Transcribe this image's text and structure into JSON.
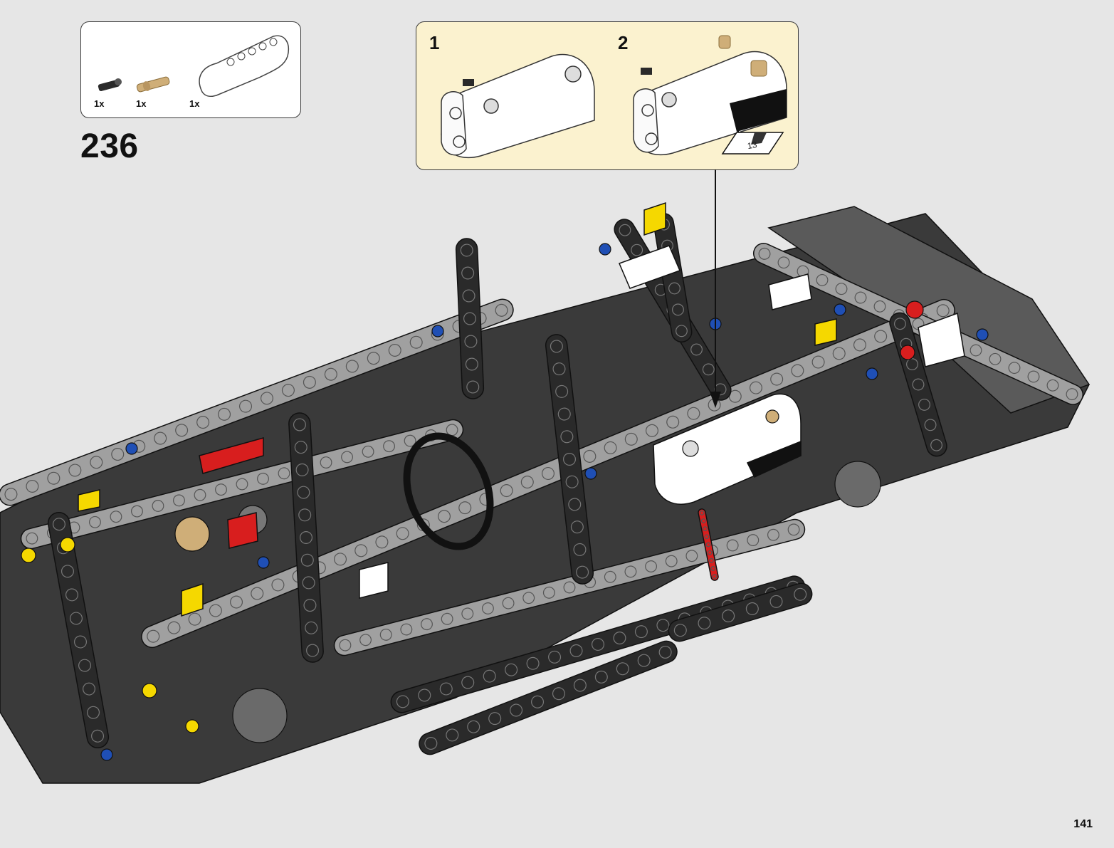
{
  "step": {
    "number": "236"
  },
  "parts": [
    {
      "qty": "1x",
      "icon": "black-axle-pin-icon"
    },
    {
      "qty": "1x",
      "icon": "tan-axle-pin-icon"
    },
    {
      "qty": "1x",
      "icon": "white-panel-icon"
    }
  ],
  "substeps": [
    {
      "label": "1"
    },
    {
      "label": "2",
      "sticker": "13"
    }
  ],
  "page": {
    "number": "141"
  },
  "colors": {
    "background": "#e6e6e6",
    "callout": "#fbf2cf",
    "brick_black": "#2a2a2a",
    "brick_gray": "#a0a0a0",
    "accent_yellow": "#f5d800",
    "accent_red": "#d81e1e",
    "accent_blue": "#1f4fb5"
  }
}
